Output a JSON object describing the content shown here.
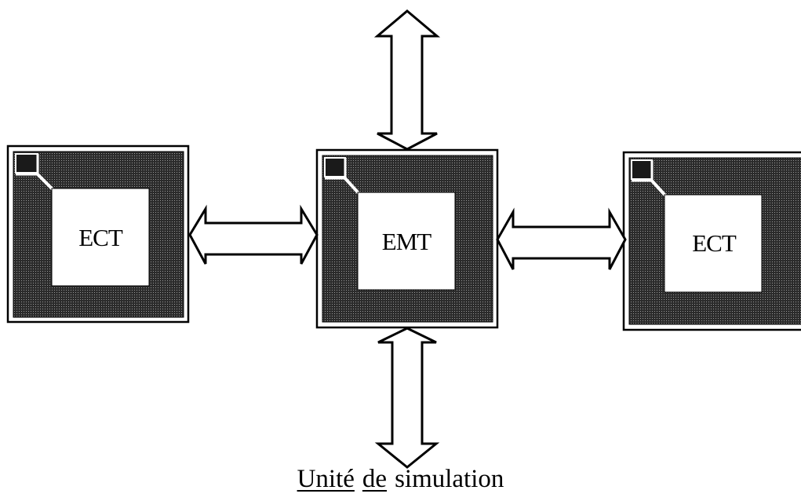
{
  "diagram": {
    "nodes": [
      {
        "id": "left",
        "label": "ECT"
      },
      {
        "id": "center",
        "label": "EMT"
      },
      {
        "id": "right",
        "label": "ECT"
      }
    ],
    "connections": [
      {
        "from": "left",
        "to": "center",
        "style": "double-arrow"
      },
      {
        "from": "center",
        "to": "right",
        "style": "double-arrow"
      },
      {
        "from": "center",
        "to": "top",
        "style": "double-arrow"
      },
      {
        "from": "center",
        "to": "bottom",
        "style": "double-arrow"
      }
    ],
    "caption": {
      "word1": "Unité",
      "word2": "de",
      "word3": "simulation"
    },
    "colors": {
      "chip_fill": "#3a3a3a",
      "chip_border": "#000000",
      "background": "#ffffff"
    }
  }
}
